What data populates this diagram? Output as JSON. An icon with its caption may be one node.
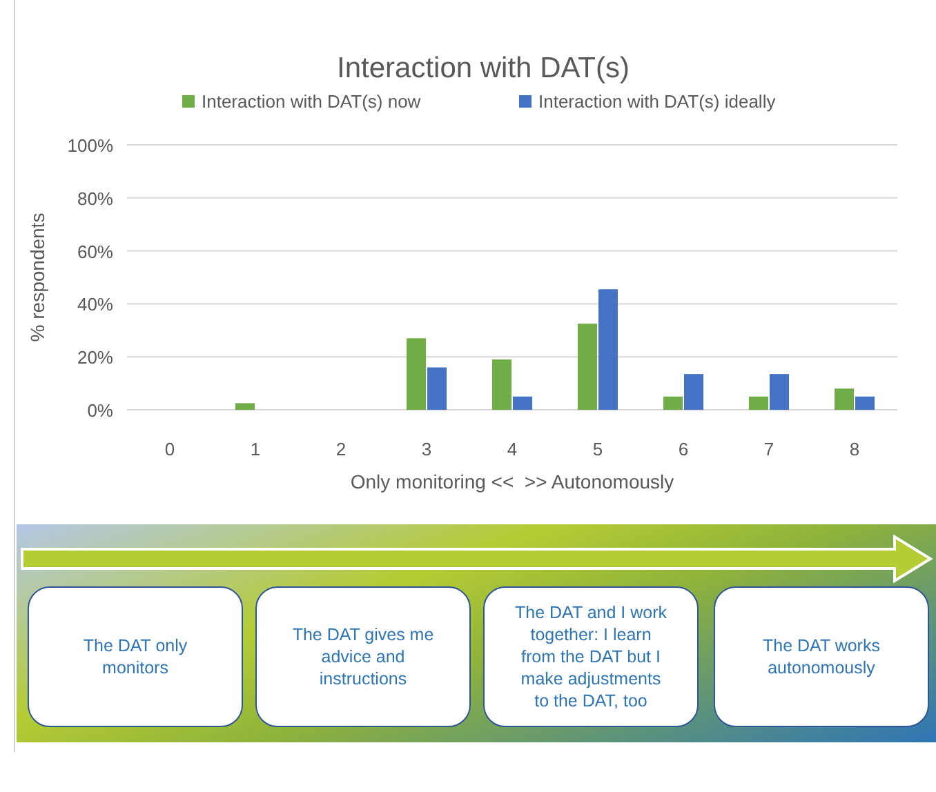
{
  "diagram": {
    "nodes": [
      {
        "text": [
          "The DAT only monitors"
        ]
      },
      {
        "text": [
          "The DAT gives me advice and instructions"
        ]
      },
      {
        "text": [
          "The DAT and I work together: I learn from the DAT but I make adjustments to the DAT, too"
        ]
      },
      {
        "text": [
          "The DAT works autonomously"
        ]
      }
    ],
    "edges": [],
    "chart_data": {
      "type": "bar",
      "title": "Interaction with DAT(s)",
      "xlabel": "Only monitoring <<  >> Autonomously",
      "ylabel": "% respondents",
      "categories": [
        "0",
        "1",
        "2",
        "3",
        "4",
        "5",
        "6",
        "7",
        "8"
      ],
      "series": [
        {
          "name": "Interaction with DAT(s) now",
          "color": "#70ad47",
          "values": [
            0,
            2.5,
            0,
            27,
            19,
            32.5,
            5,
            5,
            8
          ]
        },
        {
          "name": "Interaction with DAT(s) ideally",
          "color": "#4472c4",
          "values": [
            0,
            0,
            0,
            16,
            5,
            45.5,
            13.5,
            13.5,
            5
          ]
        }
      ],
      "ylim": [
        0,
        100
      ],
      "grid": true,
      "legend": "top",
      "yticks": [
        {
          "value": 0,
          "label": "0%"
        },
        {
          "value": 20,
          "label": "20%"
        },
        {
          "value": 40,
          "label": "40%"
        },
        {
          "value": 60,
          "label": "60%"
        },
        {
          "value": 80,
          "label": "80%"
        },
        {
          "value": 100,
          "label": "100%"
        }
      ]
    }
  }
}
